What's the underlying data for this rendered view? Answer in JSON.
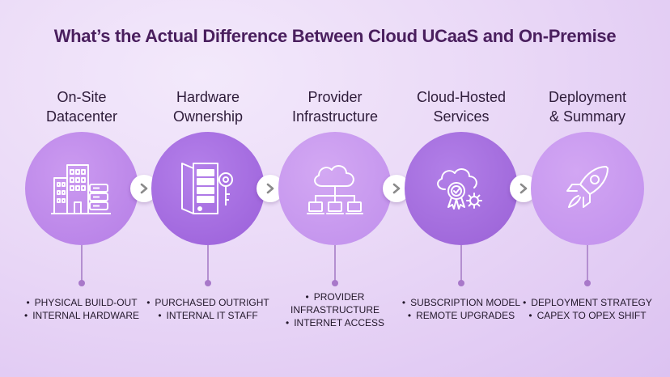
{
  "title": "What’s the Actual Difference Between Cloud UCaaS and On-Premise",
  "columns": [
    {
      "heading_line1": "On-Site",
      "heading_line2": "Datacenter",
      "icon": "datacenter-icon",
      "bullets": [
        "PHYSICAL BUILD-OUT",
        "INTERNAL HARDWARE"
      ]
    },
    {
      "heading_line1": "Hardware",
      "heading_line2": "Ownership",
      "icon": "server-key-icon",
      "bullets": [
        "PURCHASED OUTRIGHT",
        "INTERNAL IT STAFF"
      ]
    },
    {
      "heading_line1": "Provider",
      "heading_line2": "Infrastructure",
      "icon": "cloud-network-icon",
      "bullets": [
        "PROVIDER INFRASTRUCTURE",
        "INTERNET ACCESS"
      ]
    },
    {
      "heading_line1": "Cloud-Hosted",
      "heading_line2": "Services",
      "icon": "cloud-badge-gear-icon",
      "bullets": [
        "SUBSCRIPTION MODEL",
        "REMOTE UPGRADES"
      ]
    },
    {
      "heading_line1": "Deployment",
      "heading_line2": "& Summary",
      "icon": "rocket-icon",
      "bullets": [
        "DEPLOYMENT STRATEGY",
        "CAPEX TO OPEX SHIFT"
      ]
    }
  ],
  "arrow_icon": "chevron-right-icon",
  "colors": {
    "title": "#4a1f5e",
    "circle_light": "#c08fec",
    "circle_dark": "#9a5fd9",
    "background": "#ead9f7"
  }
}
